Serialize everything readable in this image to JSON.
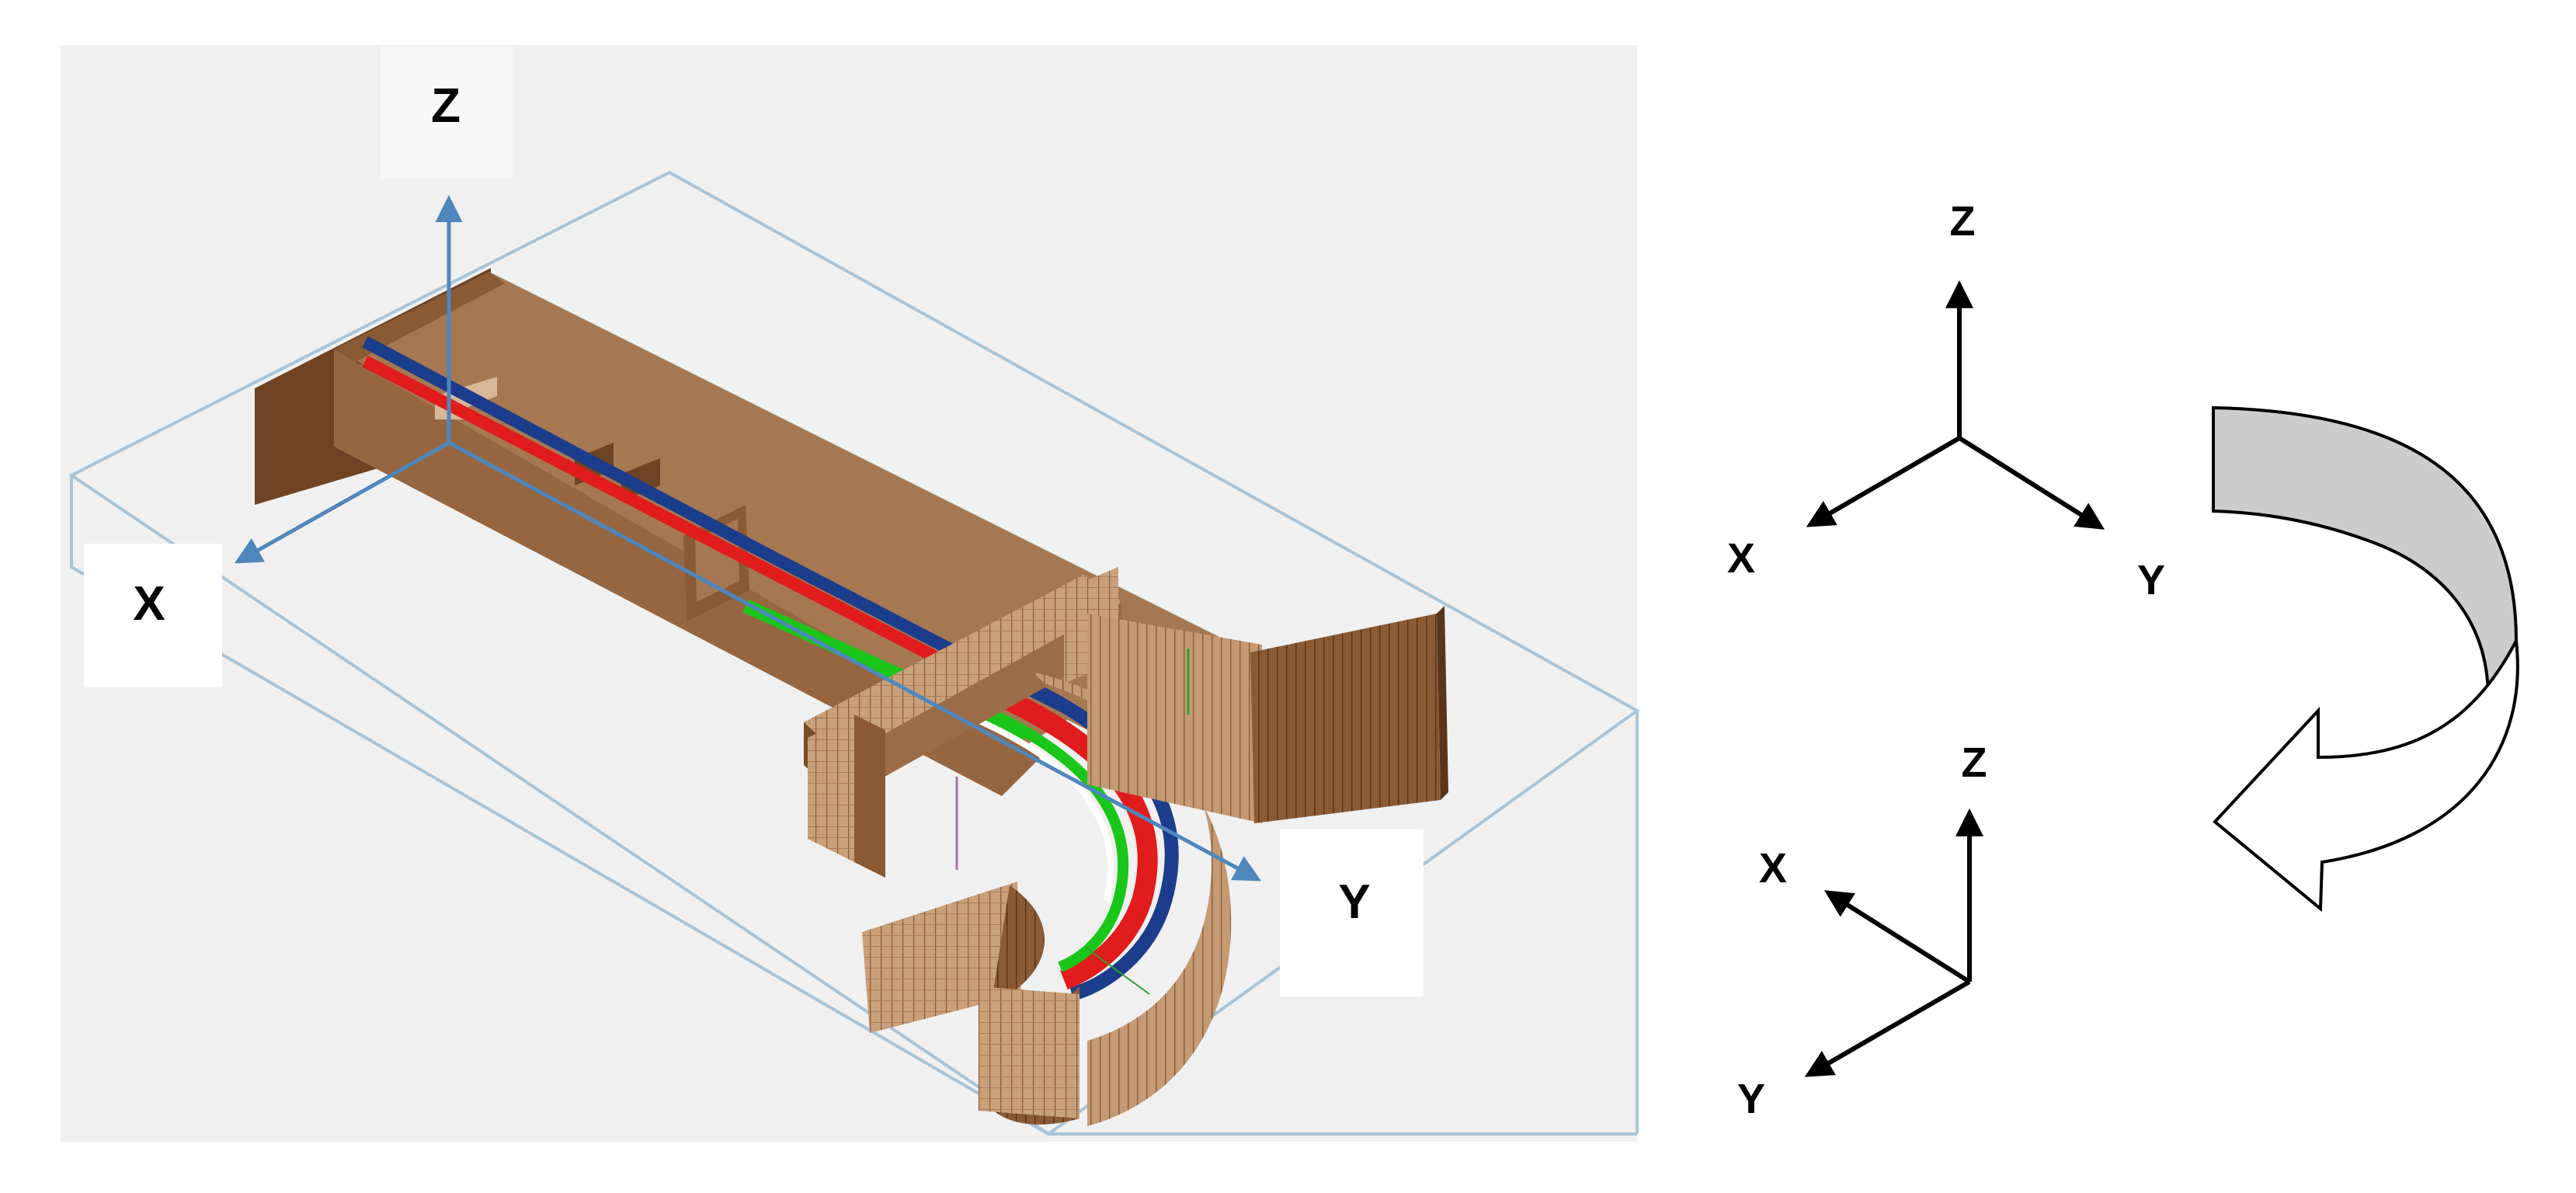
{
  "model_view": {
    "axes": {
      "z": "Z",
      "x": "X",
      "y": "Y"
    }
  },
  "frame_initial": {
    "axes": {
      "z": "Z",
      "x": "X",
      "y": "Y"
    }
  },
  "frame_rotated": {
    "axes": {
      "z": "Z",
      "x": "X",
      "y": "Y"
    }
  },
  "rotation_arrow": {
    "icon": "curved-rotation-arrow-icon"
  },
  "colors": {
    "background": "#ffffff",
    "viewport": "#f0f0f0",
    "wireframe_box": "#a8c4d8",
    "model_axis": "#4f86bd",
    "wood_light": "#c49a74",
    "wood_mid": "#a57852",
    "wood_dark": "#6e4424",
    "rail_blue": "#1c3c8c",
    "rail_red": "#e11c1c",
    "rail_green": "#19c619",
    "rotation_fill": "#cccccc"
  }
}
